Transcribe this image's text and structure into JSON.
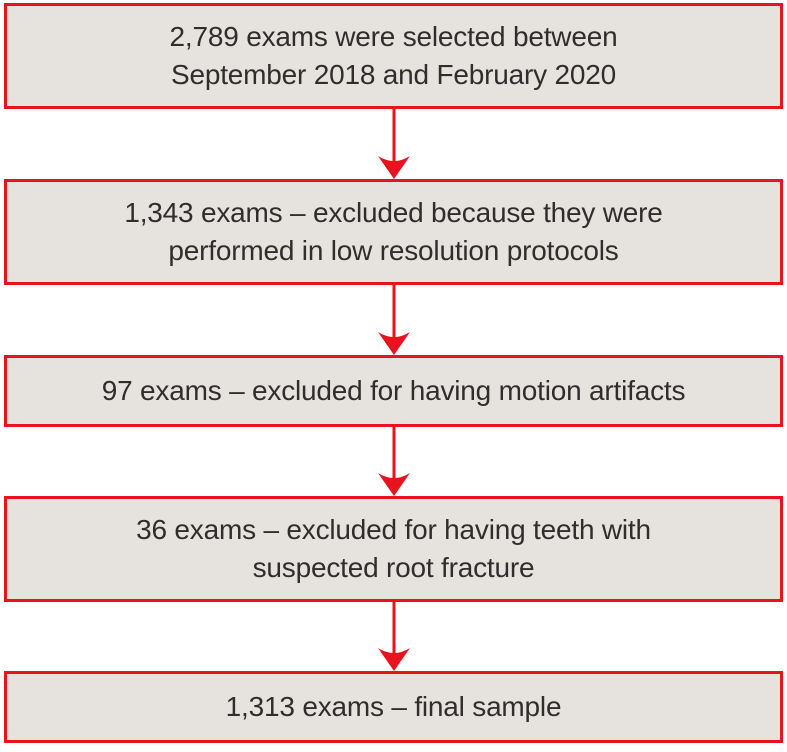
{
  "diagram": {
    "kind": "flowchart",
    "direction": "top-down",
    "colors": {
      "box_background": "#e6e3de",
      "box_border": "#e8131c",
      "arrow": "#e8131c",
      "text": "#2f2e2d"
    },
    "boxes": [
      {
        "line1": "2,789 exams were selected between",
        "line2": "September 2018 and February 2020"
      },
      {
        "line1": "1,343 exams – excluded because they were",
        "line2": "performed in low resolution protocols"
      },
      {
        "line1": "97 exams – excluded for having motion artifacts"
      },
      {
        "line1": "36 exams – excluded for having teeth with",
        "line2": "suspected root fracture"
      },
      {
        "line1": "1,313 exams – final sample"
      }
    ]
  }
}
